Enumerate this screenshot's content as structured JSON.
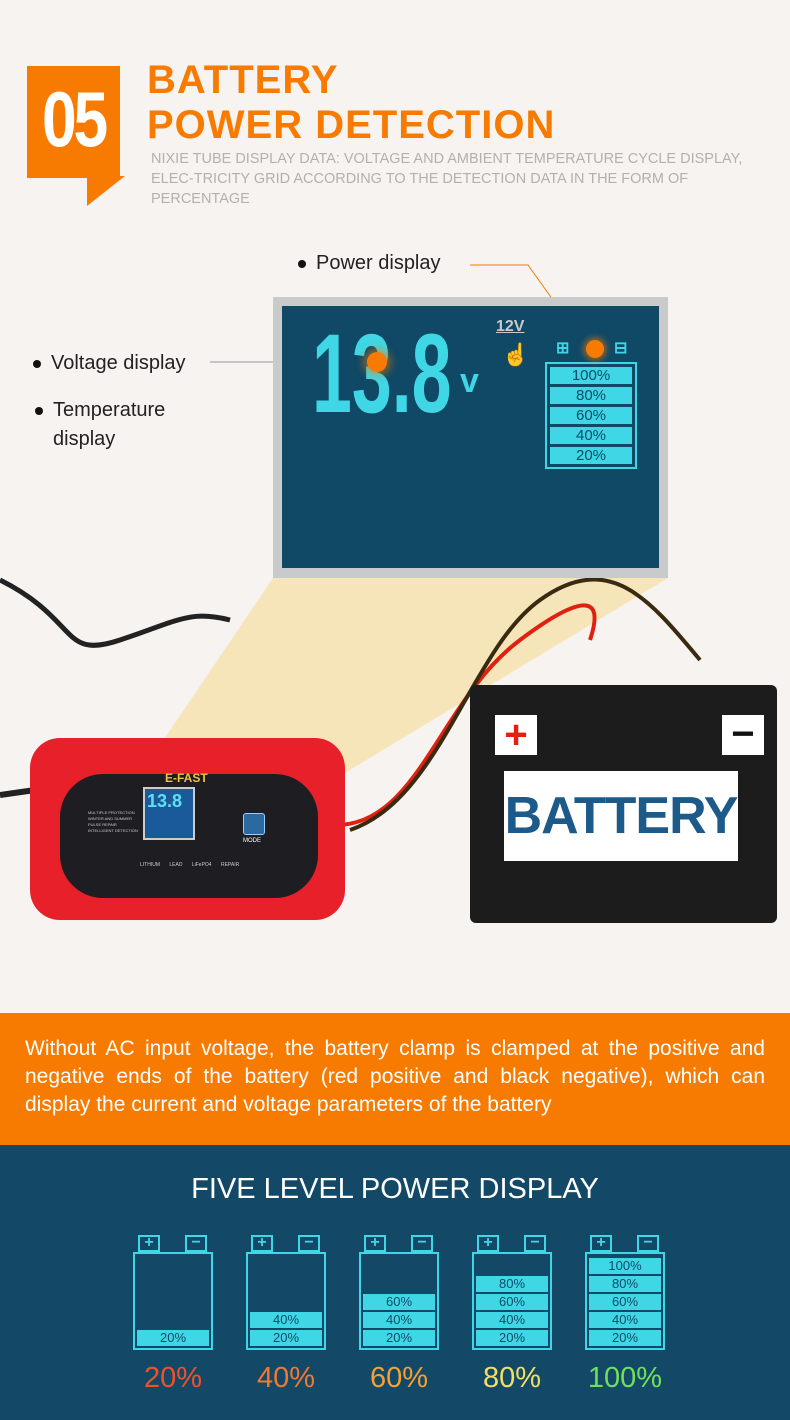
{
  "header": {
    "number": "05",
    "title_line1": "BATTERY",
    "title_line2": "POWER DETECTION",
    "subtitle": "NIXIE TUBE DISPLAY DATA: VOLTAGE AND AMBIENT TEMPERATURE CYCLE DISPLAY, ELEC-TRICITY GRID ACCORDING TO THE DETECTION DATA IN THE FORM OF PERCENTAGE"
  },
  "lcd": {
    "reading": "13.8",
    "unit": "v",
    "battery_type": "12V",
    "levels": [
      "100%",
      "80%",
      "60%",
      "40%",
      "20%"
    ]
  },
  "annotations": {
    "power": "Power display",
    "voltage": "Voltage display",
    "temperature": "Temperature display"
  },
  "charger": {
    "brand": "E-FAST",
    "mode": "MODE",
    "modes": [
      "LITHIUM",
      "LEAD",
      "LiFePO4",
      "REPAIR"
    ],
    "features": [
      "MULTIPLE PROTECTION",
      "WINTER AND SUMMER",
      "PULSE REPAIR",
      "INTELLIGENT DETECTION"
    ],
    "active_mode": "LEAD"
  },
  "battery": {
    "label": "BATTERY",
    "plus": "+",
    "minus": "−"
  },
  "description": "Without AC input voltage, the battery clamp is clamped at the positive and negative ends of the battery (red positive and black negative), which can display the current and voltage parameters of the battery",
  "levels_section": {
    "title": "FIVE LEVEL POWER DISPLAY",
    "batteries": [
      {
        "label": "20%",
        "bars": [
          "20%"
        ],
        "color": "#f0502a"
      },
      {
        "label": "40%",
        "bars": [
          "20%",
          "40%"
        ],
        "color": "#f07830"
      },
      {
        "label": "60%",
        "bars": [
          "20%",
          "40%",
          "60%"
        ],
        "color": "#f5a030"
      },
      {
        "label": "80%",
        "bars": [
          "20%",
          "40%",
          "60%",
          "80%"
        ],
        "color": "#f0e060"
      },
      {
        "label": "100%",
        "bars": [
          "20%",
          "40%",
          "60%",
          "80%",
          "100%"
        ],
        "color": "#6ee05a"
      }
    ]
  },
  "colors": {
    "accent": "#f77b00",
    "lcd": "#0f4966",
    "segment": "#3fd7e6",
    "section_bg": "#134866"
  }
}
